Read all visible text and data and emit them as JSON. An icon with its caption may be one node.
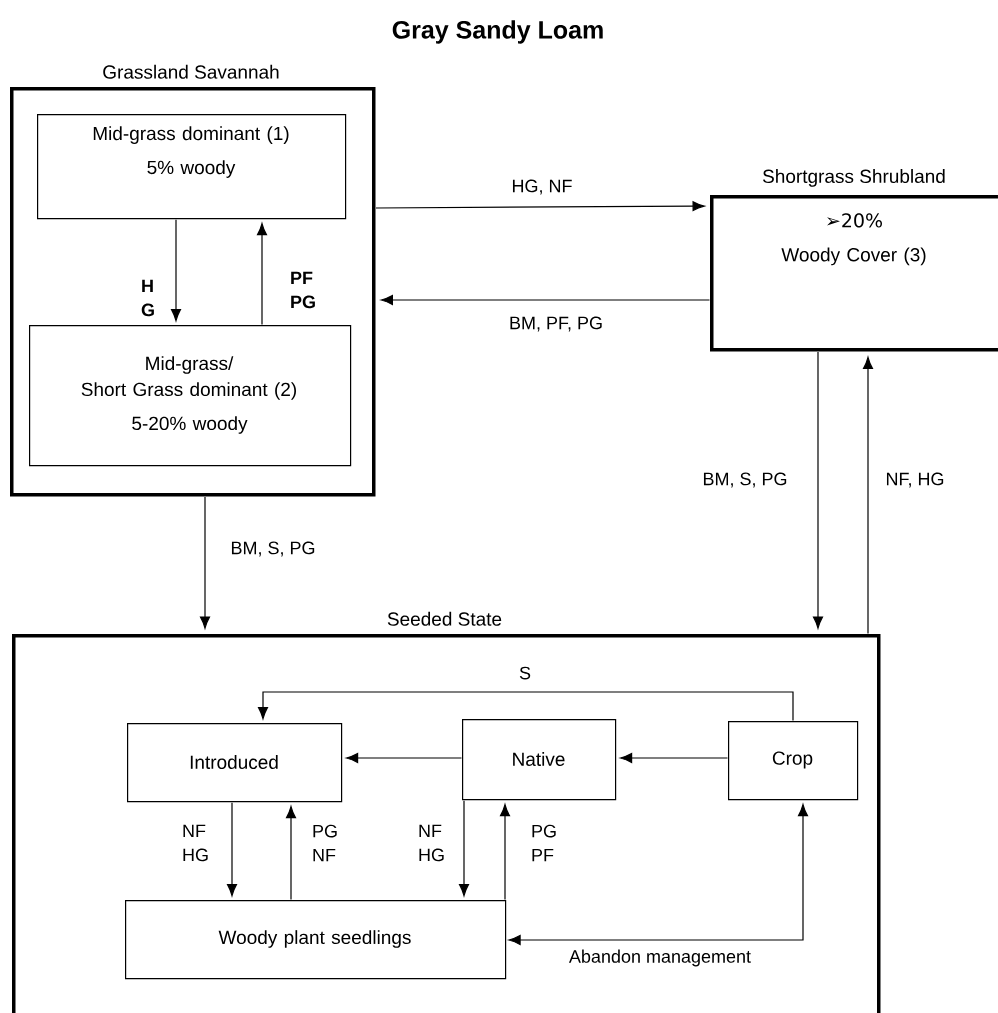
{
  "diagram": {
    "title": "Gray Sandy Loam",
    "nodes": [
      {
        "text": [
          "Grassland Savannah"
        ]
      },
      {
        "text": [
          "Mid-grass dominant (1)",
          "5% woody"
        ],
        "in": 0
      },
      {
        "text": [
          "Mid-grass/ Short Grass dominant (2)",
          "5-20% woody"
        ],
        "in": 0
      },
      {
        "text": [
          "Shortgrass Shrubland",
          "➢20%",
          "Woody Cover (3)"
        ]
      },
      {
        "text": [
          "Seeded State"
        ]
      },
      {
        "text": [
          "Introduced"
        ],
        "in": 4
      },
      {
        "text": [
          "Native"
        ],
        "in": 4
      },
      {
        "text": [
          "Crop"
        ],
        "in": 4
      },
      {
        "text": [
          "Woody plant seedlings"
        ],
        "in": 4
      }
    ],
    "edges": [
      {
        "from": 1,
        "to": 2,
        "arrow": "to",
        "label": "H G"
      },
      {
        "from": 2,
        "to": 1,
        "arrow": "to",
        "label": "PF PG"
      },
      {
        "from": 0,
        "to": 3,
        "arrow": "to",
        "label": "HG, NF"
      },
      {
        "from": 3,
        "to": 0,
        "arrow": "to",
        "label": "BM, PF, PG"
      },
      {
        "from": 3,
        "to": 4,
        "arrow": "to",
        "label": "BM, S, PG"
      },
      {
        "from": 4,
        "to": 3,
        "arrow": "to",
        "label": "NF, HG"
      },
      {
        "from": 0,
        "to": 4,
        "arrow": "to",
        "label": "BM, S, PG"
      },
      {
        "from": 7,
        "to": 5,
        "arrow": "to",
        "label": "S"
      },
      {
        "from": 6,
        "to": 5,
        "arrow": "to"
      },
      {
        "from": 7,
        "to": 6,
        "arrow": "to"
      },
      {
        "from": 5,
        "to": 8,
        "arrow": "to",
        "label": "NF HG"
      },
      {
        "from": 8,
        "to": 5,
        "arrow": "to",
        "label": "PG NF"
      },
      {
        "from": 6,
        "to": 8,
        "arrow": "to",
        "label": "NF HG"
      },
      {
        "from": 8,
        "to": 6,
        "arrow": "to",
        "label": "PG PF"
      },
      {
        "from": 8,
        "to": 7,
        "arrow": "both",
        "label": "Abandon management"
      }
    ]
  }
}
